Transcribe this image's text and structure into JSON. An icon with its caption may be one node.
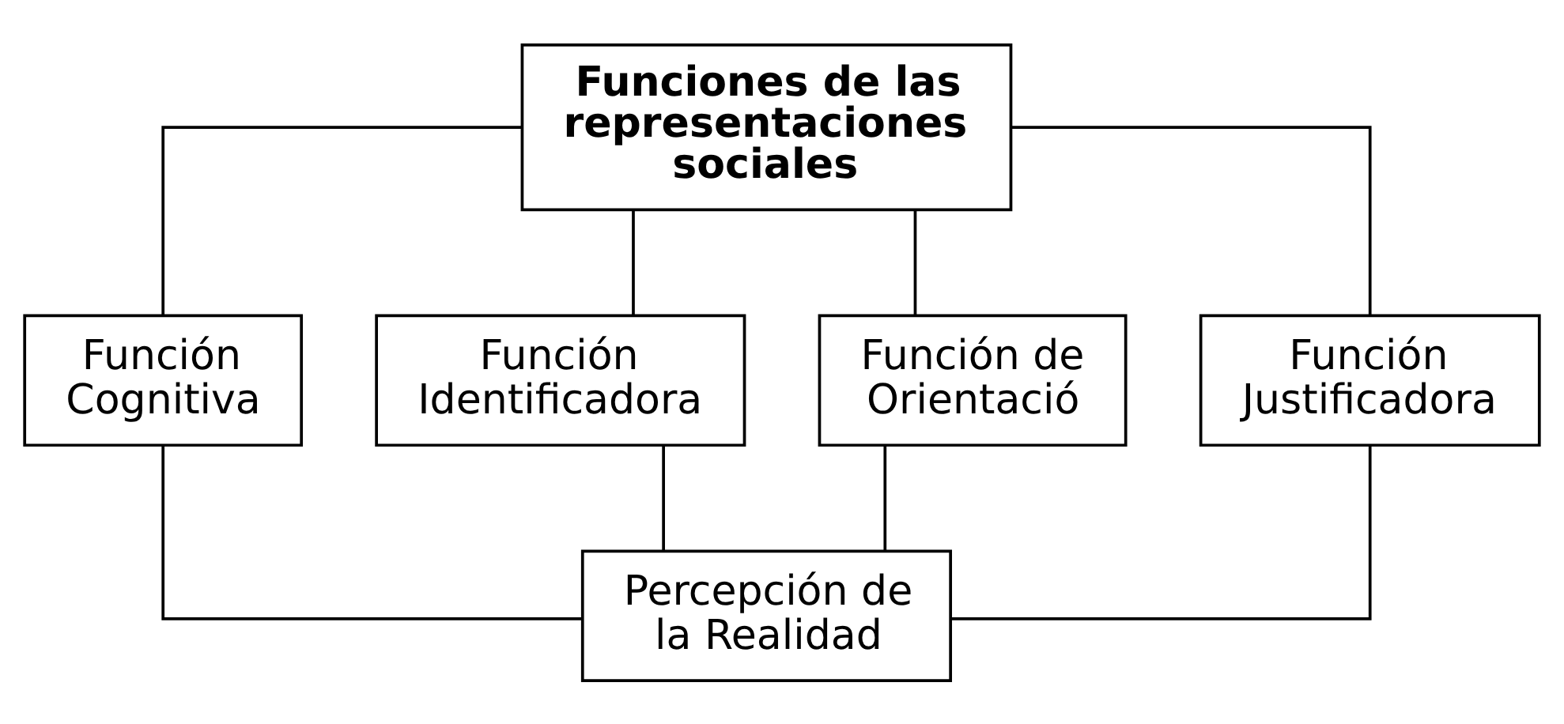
{
  "diagram": {
    "nodes": [
      {
        "text": [
          "Funciones de las representaciones sociales"
        ]
      },
      {
        "text": [
          "Función Cognitiva"
        ]
      },
      {
        "text": [
          "Función Identificadora"
        ]
      },
      {
        "text": [
          "Función de Orientació"
        ]
      },
      {
        "text": [
          "Función Justificadora"
        ]
      },
      {
        "text": [
          "Percepción de la Realidad"
        ]
      }
    ],
    "edges": [
      {
        "from": 0,
        "to": 1,
        "arrow": "none"
      },
      {
        "from": 0,
        "to": 2,
        "arrow": "none"
      },
      {
        "from": 0,
        "to": 3,
        "arrow": "none"
      },
      {
        "from": 0,
        "to": 4,
        "arrow": "none"
      },
      {
        "from": 1,
        "to": 5,
        "arrow": "none"
      },
      {
        "from": 2,
        "to": 5,
        "arrow": "none"
      },
      {
        "from": 3,
        "to": 5,
        "arrow": "none"
      },
      {
        "from": 4,
        "to": 5,
        "arrow": "none"
      }
    ]
  }
}
